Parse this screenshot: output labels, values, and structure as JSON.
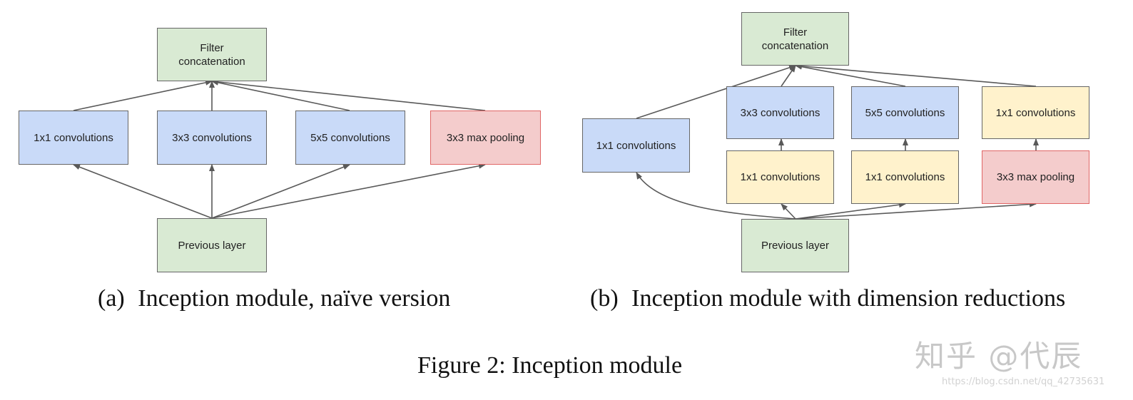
{
  "diagram_a": {
    "filter": "Filter\nconcatenation",
    "conv1": "1x1 convolutions",
    "conv3": "3x3 convolutions",
    "conv5": "5x5 convolutions",
    "pool": "3x3 max pooling",
    "prev": "Previous layer",
    "caption_label": "(a)",
    "caption_text": "Inception module, naïve version"
  },
  "diagram_b": {
    "filter": "Filter\nconcatenation",
    "conv1": "1x1 convolutions",
    "conv3": "3x3 convolutions",
    "conv5": "5x5 convolutions",
    "conv1_pool": "1x1 convolutions",
    "reduce3": "1x1 convolutions",
    "reduce5": "1x1 convolutions",
    "pool": "3x3 max pooling",
    "prev": "Previous layer",
    "caption_label": "(b)",
    "caption_text": "Inception module with dimension reductions"
  },
  "figure_caption": "Figure 2: Inception module",
  "watermark": {
    "brand": "知乎 @代辰",
    "url": "https://blog.csdn.net/qq_42735631"
  },
  "colors": {
    "green": "#d9ead3",
    "blue": "#c9daf8",
    "red": "#f4cccc",
    "yellow": "#fff2cc",
    "edge": "#595959"
  }
}
